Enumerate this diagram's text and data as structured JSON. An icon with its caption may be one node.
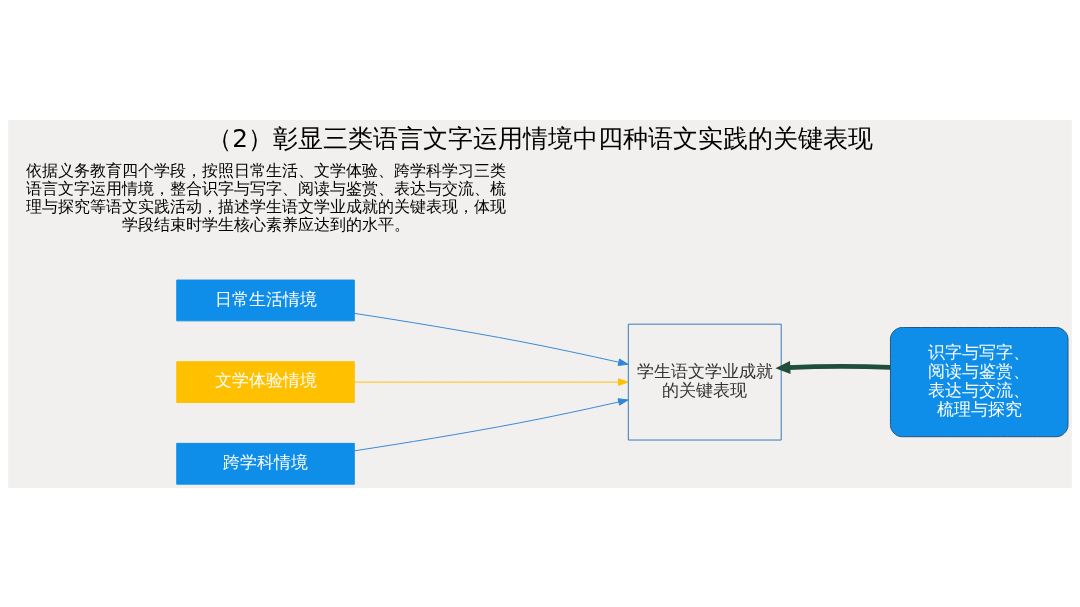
{
  "diagram": {
    "title": "（2）彰显三类语言文字运用情境中四种语文实践的关键表现",
    "nodes": [
      {
        "text": [
          "日常生活情境"
        ]
      },
      {
        "text": [
          "文学体验情境"
        ]
      },
      {
        "text": [
          "跨学科情境"
        ]
      },
      {
        "text": [
          "学生语文学业成就的关键表现"
        ]
      },
      {
        "text": [
          "识字与写字、阅读与鉴赏、表达与交流、梳理与探究"
        ]
      }
    ],
    "edges": [
      {
        "from": 0,
        "to": 3,
        "arrow": "to",
        "color": "#2e86d4"
      },
      {
        "from": 1,
        "to": 3,
        "arrow": "to",
        "color": "#ffc000"
      },
      {
        "from": 2,
        "to": 3,
        "arrow": "to",
        "color": "#2e86d4"
      },
      {
        "from": 4,
        "to": 3,
        "arrow": "to",
        "style": "thick",
        "color": "#1f4e3d"
      }
    ],
    "labels": [
      "依据义务教育四个学段，按照日常生活、文学体验、跨学科学习三类语言文字运用情境，整合识字与写字、阅读与鉴赏、表达与交流、梳理与探究等语文实践活动，描述学生语文学业成就的关键表现，体现学段结束时学生核心素养应达到的水平。"
    ]
  }
}
